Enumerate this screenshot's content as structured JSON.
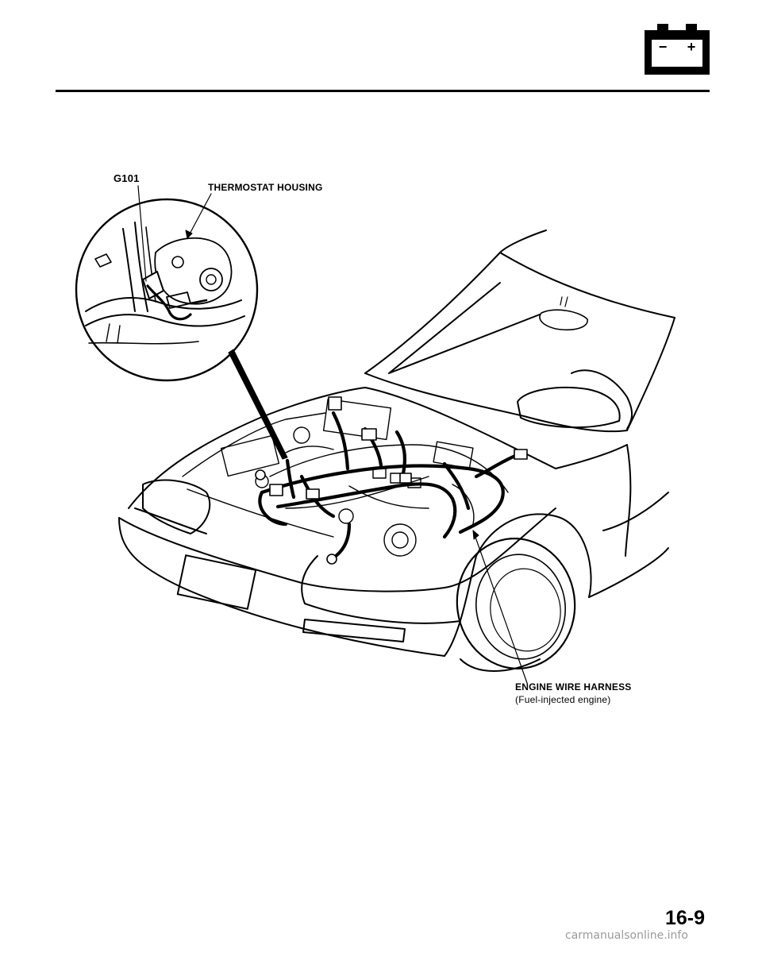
{
  "header": {
    "icon": "battery-icon",
    "battery_minus": "−",
    "battery_plus": "+"
  },
  "callouts": {
    "ground": "G101",
    "thermostat": "THERMOSTAT HOUSING",
    "harness": "ENGINE WIRE HARNESS",
    "harness_note": "(Fuel-injected engine)"
  },
  "footer": {
    "page_number": "16-9",
    "watermark": "carmanualsonline.info"
  }
}
